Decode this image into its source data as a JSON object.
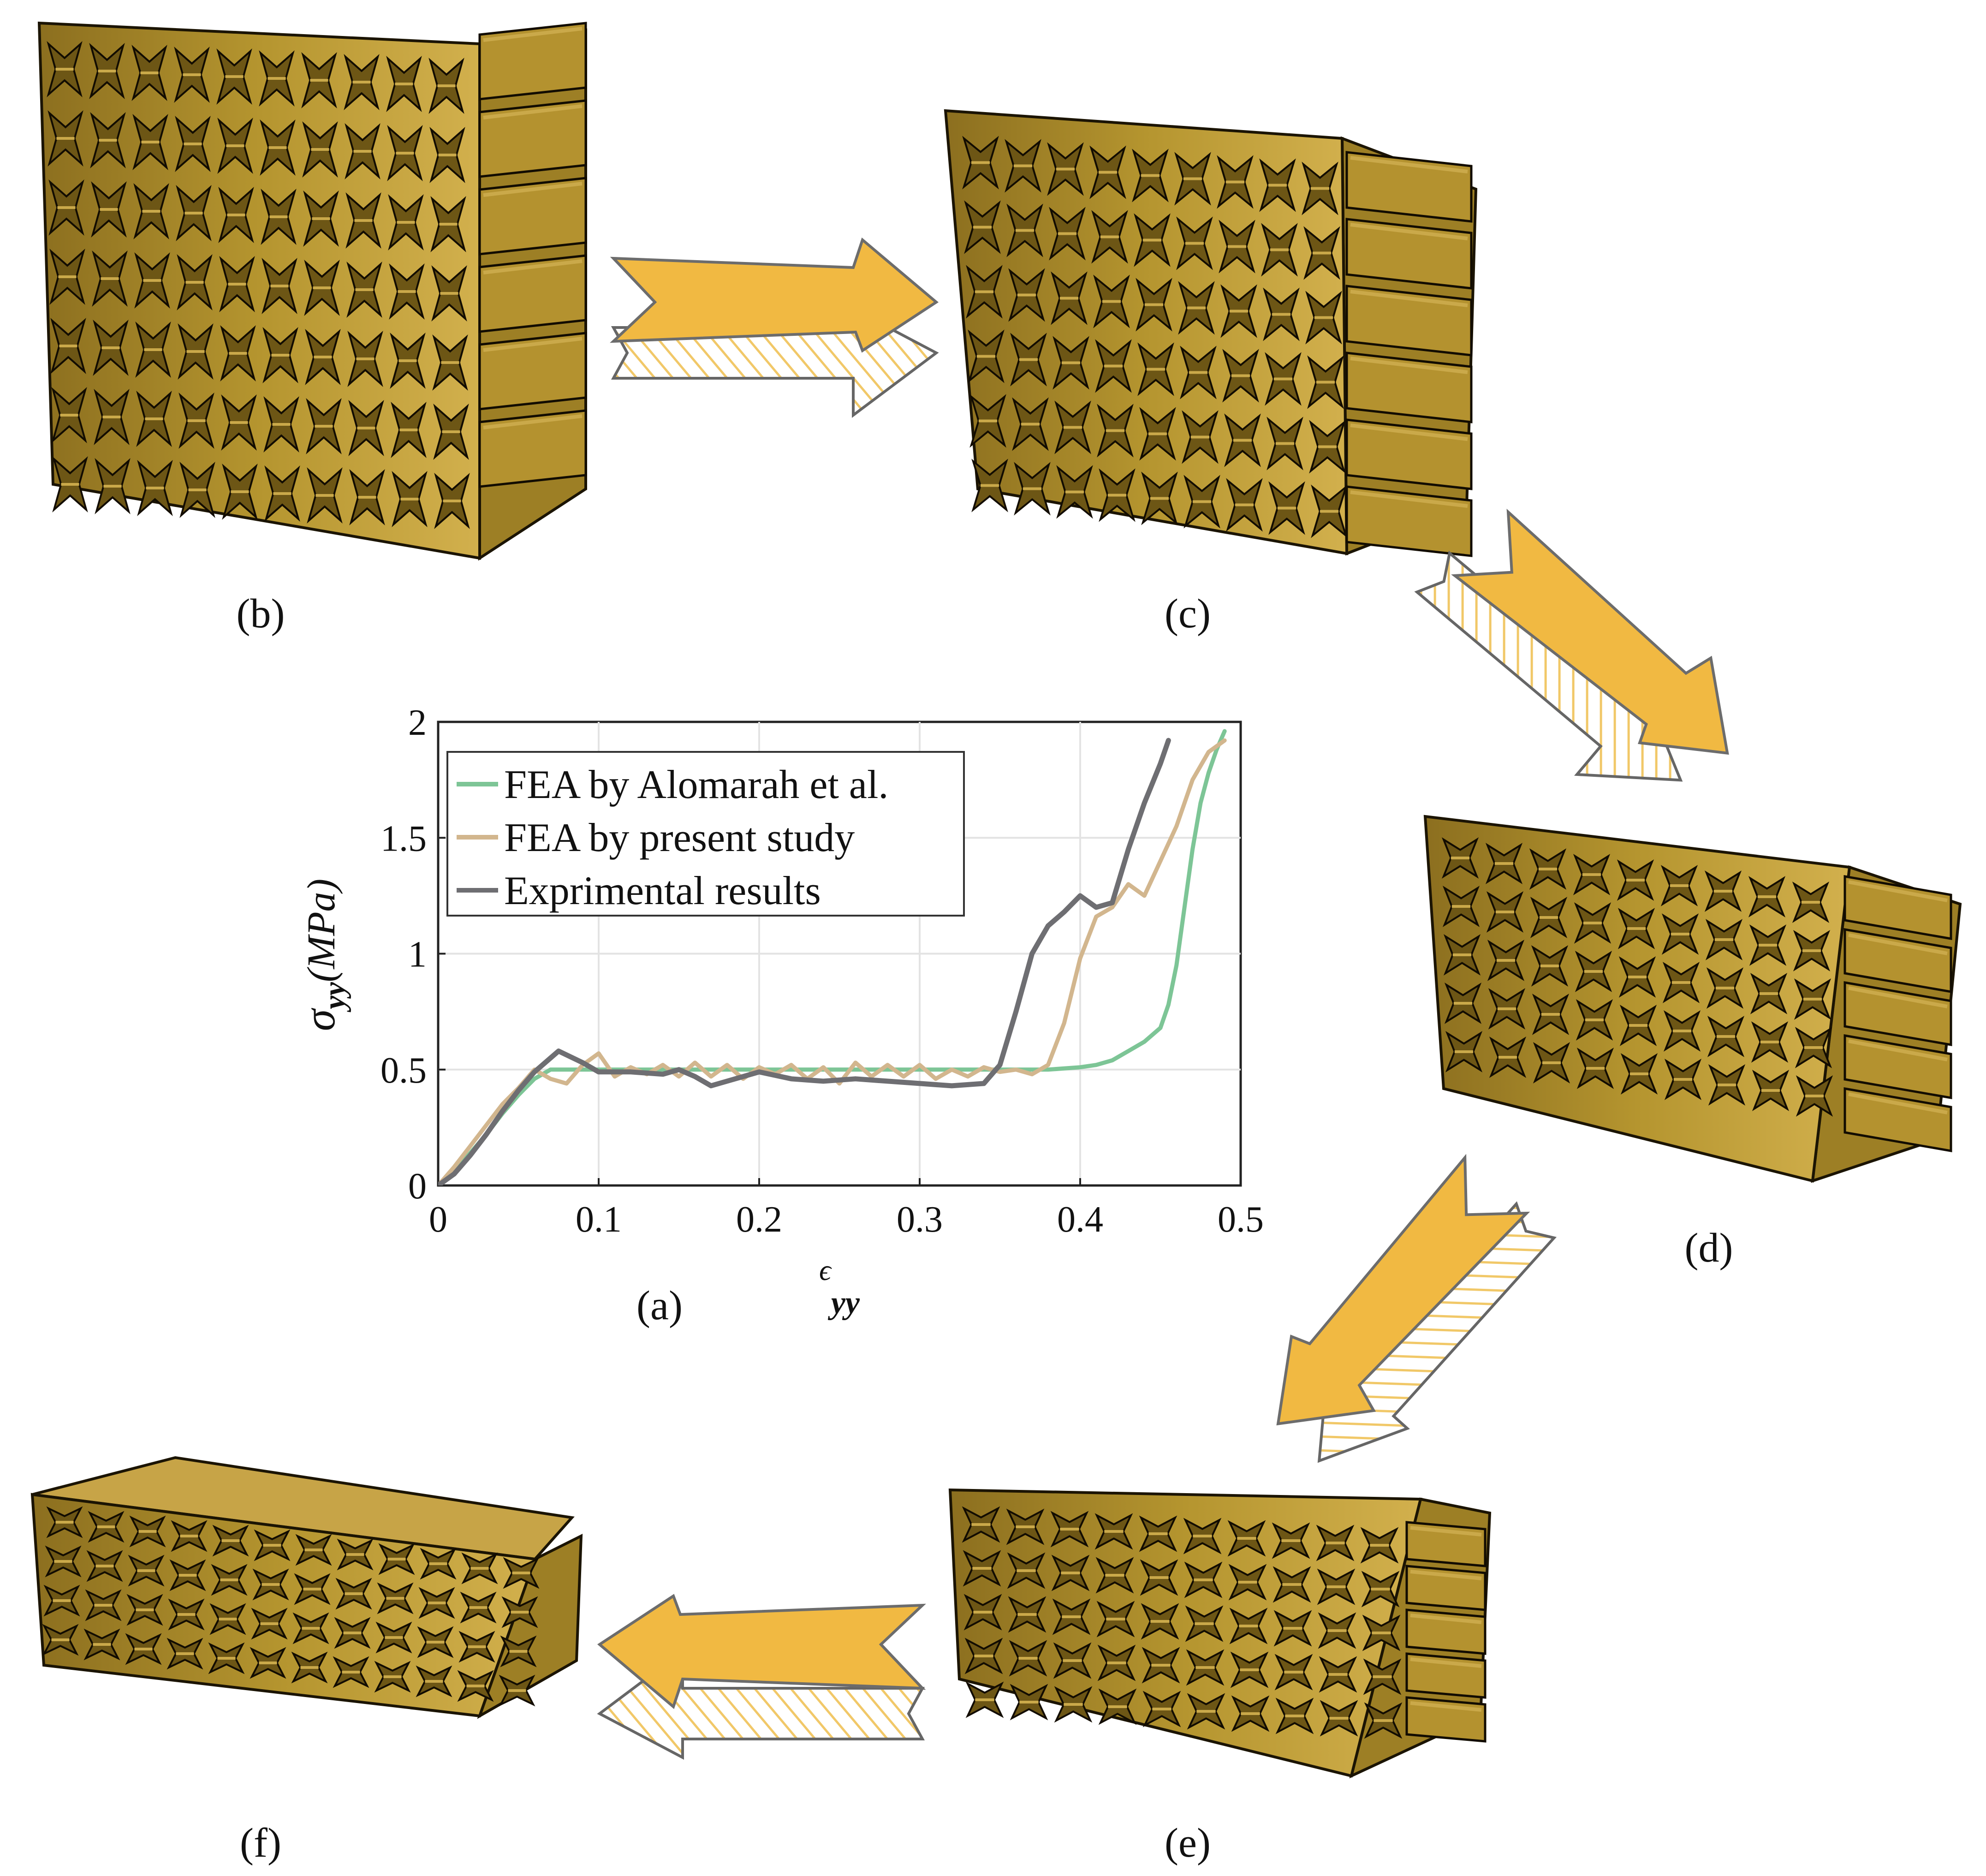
{
  "panel_labels": {
    "a": "(a)",
    "b": "(b)",
    "c": "(c)",
    "d": "(d)",
    "e": "(e)",
    "f": "(f)"
  },
  "colors": {
    "lattice": "#a98a2e",
    "lattice_dark": "#6d5615",
    "lattice_light": "#caa94a",
    "arrow": "#f1b942",
    "arrow_shadow_hatch": "#f1c868",
    "alomarah": "#7dc596",
    "present": "#d2b68e",
    "experimental": "#6e6e72",
    "grid": "#e3e3e3"
  },
  "chart_data": {
    "type": "line",
    "ylabel": {
      "symbol": "σ",
      "subscript": "yy",
      "unit": "(MPa)"
    },
    "xlabel": {
      "symbol": "ϵ",
      "subscript": "yy"
    },
    "xlim": [
      0,
      0.5
    ],
    "ylim": [
      0,
      2
    ],
    "xticks": [
      "0",
      "0.1",
      "0.2",
      "0.3",
      "0.4",
      "0.5"
    ],
    "yticks": [
      "0",
      "0.5",
      "1",
      "1.5",
      "2"
    ],
    "xtick_values": [
      0,
      0.1,
      0.2,
      0.3,
      0.4,
      0.5
    ],
    "ytick_values": [
      0,
      0.5,
      1,
      1.5,
      2
    ],
    "grid": true,
    "legend_position": "top-left",
    "series": [
      {
        "name": "FEA by Alomarah et al.",
        "color": "#7dc596",
        "x": [
          0,
          0.01,
          0.02,
          0.03,
          0.04,
          0.05,
          0.06,
          0.07,
          0.08,
          0.1,
          0.15,
          0.2,
          0.25,
          0.3,
          0.35,
          0.38,
          0.4,
          0.41,
          0.42,
          0.43,
          0.44,
          0.45,
          0.455,
          0.46,
          0.465,
          0.47,
          0.475,
          0.48,
          0.485,
          0.49
        ],
        "y": [
          0,
          0.06,
          0.14,
          0.22,
          0.31,
          0.39,
          0.46,
          0.5,
          0.5,
          0.5,
          0.5,
          0.5,
          0.5,
          0.5,
          0.5,
          0.5,
          0.51,
          0.52,
          0.54,
          0.58,
          0.62,
          0.68,
          0.78,
          0.95,
          1.2,
          1.45,
          1.65,
          1.78,
          1.88,
          1.96
        ]
      },
      {
        "name": "FEA by present study",
        "color": "#d2b68e",
        "x": [
          0,
          0.01,
          0.02,
          0.03,
          0.04,
          0.05,
          0.06,
          0.07,
          0.08,
          0.09,
          0.1,
          0.11,
          0.12,
          0.13,
          0.14,
          0.15,
          0.16,
          0.17,
          0.18,
          0.19,
          0.2,
          0.21,
          0.22,
          0.23,
          0.24,
          0.25,
          0.26,
          0.27,
          0.28,
          0.29,
          0.3,
          0.31,
          0.32,
          0.33,
          0.34,
          0.35,
          0.36,
          0.37,
          0.38,
          0.39,
          0.4,
          0.41,
          0.42,
          0.43,
          0.44,
          0.45,
          0.46,
          0.47,
          0.48,
          0.49
        ],
        "y": [
          0,
          0.08,
          0.17,
          0.26,
          0.35,
          0.42,
          0.5,
          0.46,
          0.44,
          0.52,
          0.57,
          0.47,
          0.51,
          0.48,
          0.52,
          0.47,
          0.53,
          0.47,
          0.52,
          0.46,
          0.51,
          0.48,
          0.52,
          0.46,
          0.51,
          0.44,
          0.53,
          0.47,
          0.52,
          0.47,
          0.52,
          0.46,
          0.5,
          0.47,
          0.51,
          0.49,
          0.5,
          0.48,
          0.52,
          0.7,
          0.98,
          1.16,
          1.2,
          1.3,
          1.25,
          1.4,
          1.55,
          1.75,
          1.87,
          1.92
        ]
      },
      {
        "name": "Exprimental results",
        "color": "#6e6e72",
        "x": [
          0,
          0.01,
          0.02,
          0.03,
          0.04,
          0.05,
          0.06,
          0.075,
          0.09,
          0.1,
          0.12,
          0.14,
          0.15,
          0.16,
          0.17,
          0.18,
          0.2,
          0.22,
          0.24,
          0.26,
          0.28,
          0.3,
          0.32,
          0.34,
          0.35,
          0.36,
          0.37,
          0.38,
          0.39,
          0.4,
          0.41,
          0.42,
          0.43,
          0.44,
          0.45,
          0.455
        ],
        "y": [
          0,
          0.05,
          0.13,
          0.22,
          0.32,
          0.41,
          0.49,
          0.58,
          0.53,
          0.49,
          0.49,
          0.48,
          0.5,
          0.47,
          0.43,
          0.45,
          0.49,
          0.46,
          0.45,
          0.46,
          0.45,
          0.44,
          0.43,
          0.44,
          0.52,
          0.75,
          1.0,
          1.12,
          1.18,
          1.25,
          1.2,
          1.22,
          1.45,
          1.65,
          1.82,
          1.92
        ]
      }
    ]
  }
}
